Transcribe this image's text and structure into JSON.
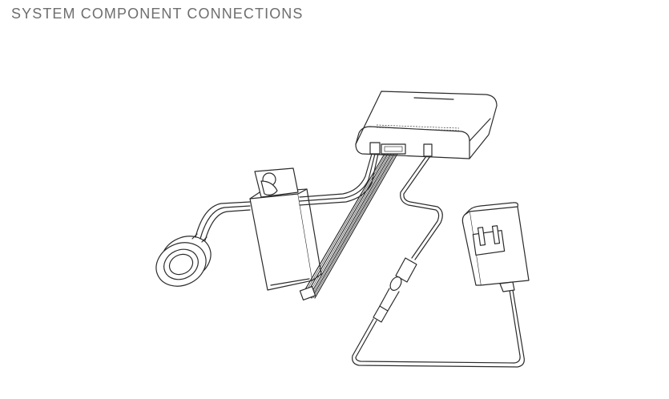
{
  "header": {
    "title": "SYSTEM COMPONENT CONNECTIONS"
  },
  "components": [
    {
      "id": "controller",
      "icon": "controller-box-icon"
    },
    {
      "id": "driver",
      "icon": "driver-box-icon"
    },
    {
      "id": "light",
      "icon": "puck-light-icon"
    },
    {
      "id": "adapter",
      "icon": "power-adapter-icon"
    }
  ]
}
